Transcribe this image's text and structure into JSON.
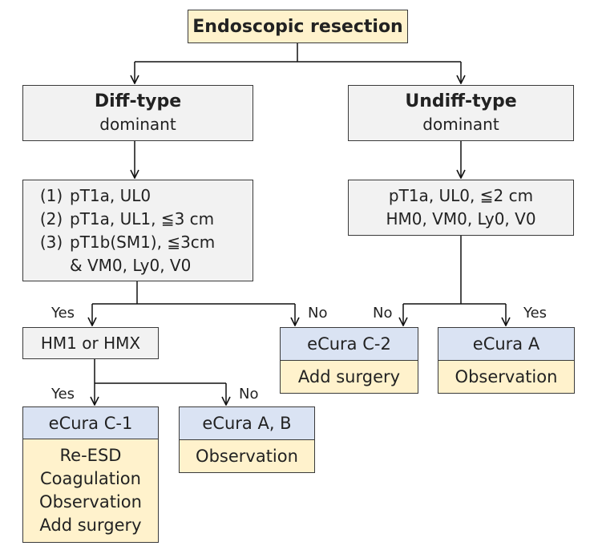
{
  "nodes": {
    "root": "Endoscopic resection",
    "diff_title": "Diff-type",
    "diff_sub": "dominant",
    "undiff_title": "Undiff-type",
    "undiff_sub": "dominant",
    "diff_criteria": [
      {
        "num": "(1)",
        "text": "pT1a, UL0"
      },
      {
        "num": "(2)",
        "text": "pT1a, UL1, ≦3 cm"
      },
      {
        "num": "(3)",
        "text": "pT1b(SM1), ≦3cm"
      },
      {
        "num": "",
        "text": "& VM0, Ly0, V0"
      }
    ],
    "undiff_criteria": [
      "pT1a, UL0, ≦2 cm",
      "HM0, VM0, Ly0, V0"
    ],
    "hm": "HM1 or HMX",
    "ecura_c1": "eCura C-1",
    "ecura_c1_actions": [
      "Re-ESD",
      "Coagulation",
      "Observation",
      "Add surgery"
    ],
    "ecura_ab": "eCura A, B",
    "ecura_ab_action": "Observation",
    "ecura_c2": "eCura C-2",
    "ecura_c2_action": "Add surgery",
    "ecura_a": "eCura A",
    "ecura_a_action": "Observation"
  },
  "labels": {
    "yes": "Yes",
    "no": "No"
  }
}
